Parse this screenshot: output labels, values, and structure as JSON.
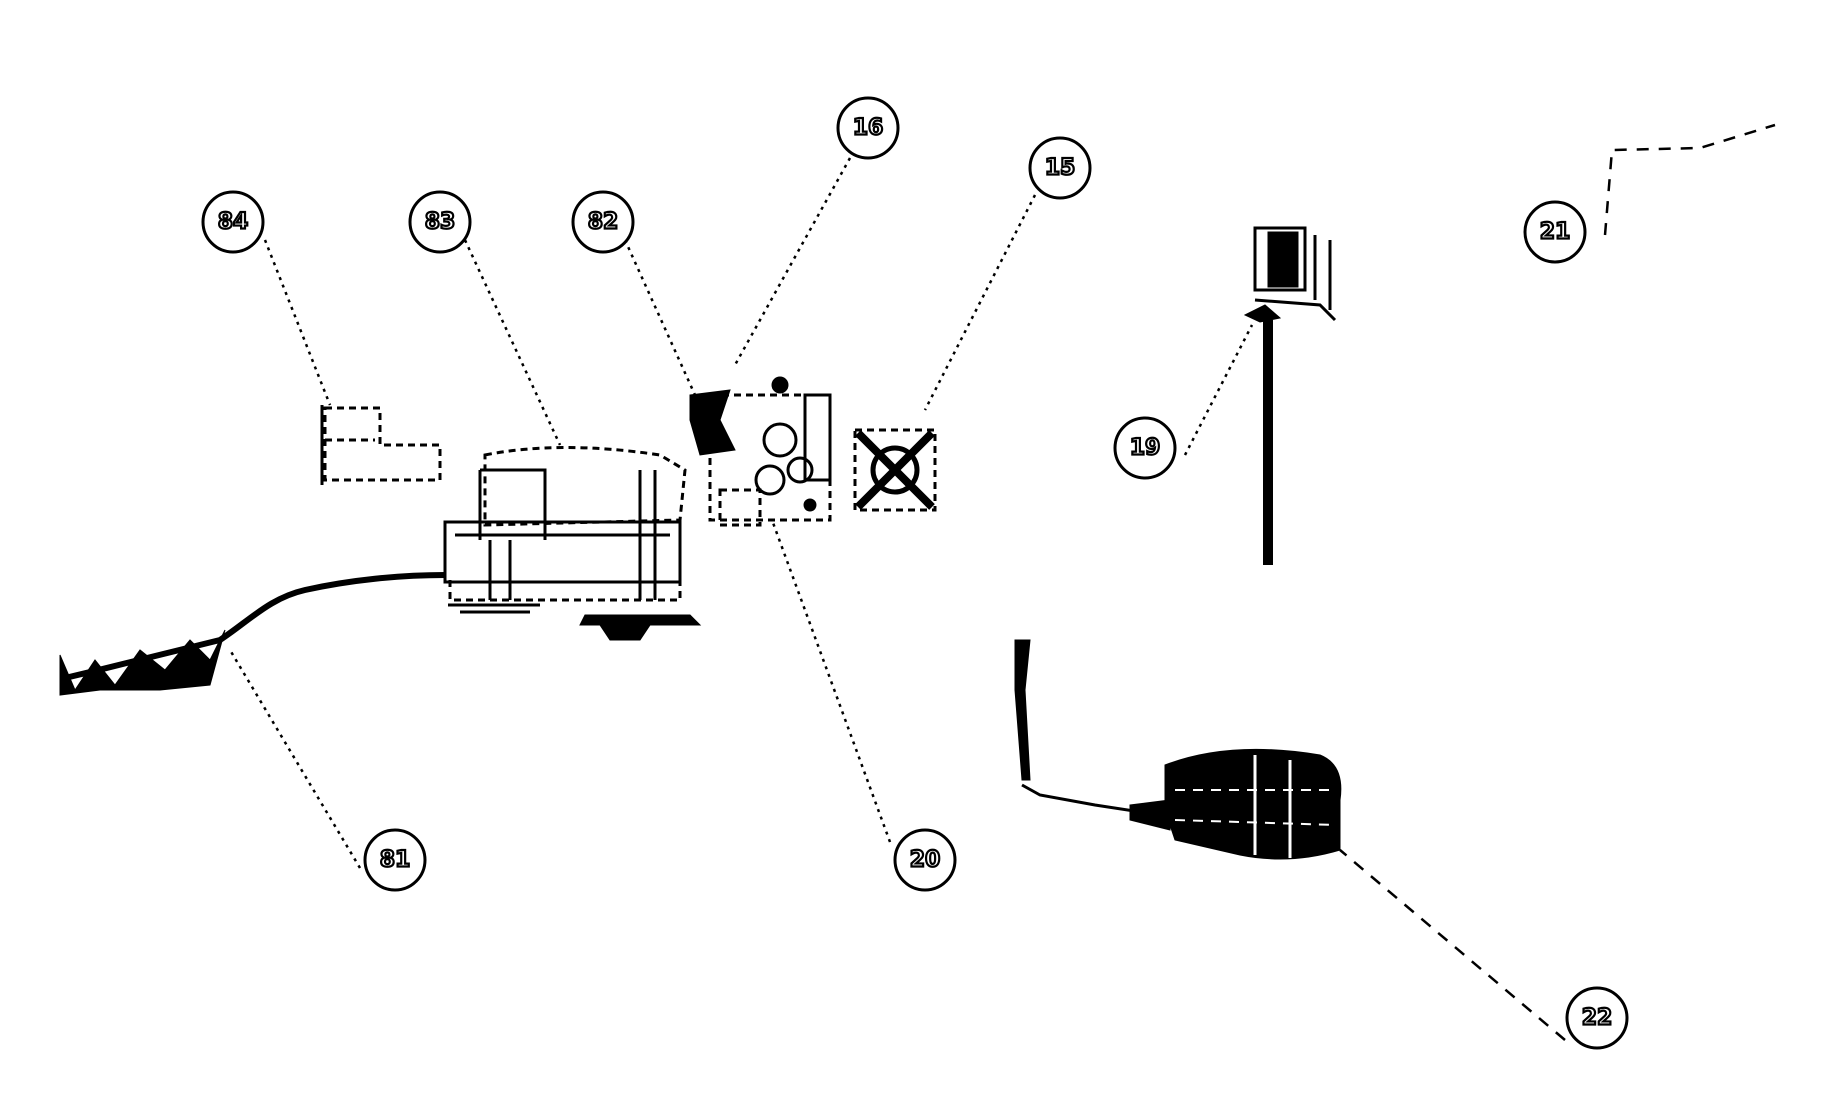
{
  "callouts": [
    {
      "id": "c84",
      "label": "84"
    },
    {
      "id": "c83",
      "label": "83"
    },
    {
      "id": "c82",
      "label": "82"
    },
    {
      "id": "c16",
      "label": "16"
    },
    {
      "id": "c15",
      "label": "15"
    },
    {
      "id": "c21",
      "label": "21"
    },
    {
      "id": "c19",
      "label": "19"
    },
    {
      "id": "c81",
      "label": "81"
    },
    {
      "id": "c20",
      "label": "20"
    },
    {
      "id": "c22",
      "label": "22"
    }
  ],
  "colors": {
    "line": "#000000",
    "background": "#ffffff"
  }
}
